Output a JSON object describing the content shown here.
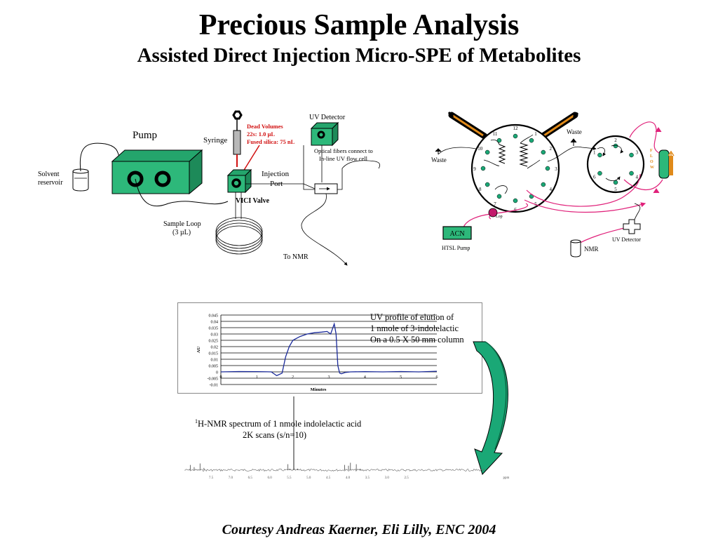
{
  "title": "Precious Sample Analysis",
  "subtitle": "Assisted Direct Injection Micro-SPE of Metabolites",
  "credit": "Courtesy Andreas Kaerner, Eli Lilly, ENC 2004",
  "colors": {
    "pump": "#2db87a",
    "label_red": "#d11010",
    "arrow_green": "#1aa876",
    "uv_trace": "#1a2a9a",
    "magenta": "#e0217a",
    "acn_box": "#2db87a"
  },
  "left_diagram": {
    "pump_label": "Pump",
    "syringe_label": "Syringe",
    "dead_volumes": [
      "Dead Volumes",
      "22s: 1.0 µL",
      "Fused silica: 75 nL"
    ],
    "uv_detector_label": "UV Detector",
    "optical_fibers": [
      "Optical fibers connect to",
      "In-line UV flow cell"
    ],
    "injection_port": [
      "Injection",
      "Port"
    ],
    "vici_valve_label": "VICI Valve",
    "solvent_reservoir": [
      "Solvent",
      "reservoir"
    ],
    "sample_loop": [
      "Sample Loop",
      "(3 µL)"
    ],
    "to_nmr_label": "To NMR"
  },
  "right_diagram": {
    "waste_left": "Waste",
    "waste_right": "Waste",
    "valve1_ports": [
      "12",
      "1",
      "2",
      "3",
      "4",
      "5",
      "6",
      "7",
      "8",
      "9",
      "10",
      "11"
    ],
    "valve2_ports": [
      "1",
      "2",
      "3",
      "4",
      "5",
      "6"
    ],
    "acn_label": "ACN",
    "htsl_pump_label": "HTSL Pump",
    "nmr_label": "NMR",
    "uv_detector_label": "UV Detector",
    "lop_label": "Lop",
    "flow_label": [
      "F",
      "L",
      "O",
      "W"
    ]
  },
  "uv_caption": [
    "UV profile of elution of",
    "1 nmole of 3-indolelactic",
    "On a 0.5 X 50 mm column"
  ],
  "nmr_caption": {
    "sup": "1",
    "line1": "H-NMR spectrum of 1 nmole indolelactic acid",
    "line2": "2K scans (s/n=10)"
  },
  "chart_data": [
    {
      "type": "line",
      "title": "",
      "xlabel": "Minutes",
      "ylabel": "AU",
      "xlim": [
        0,
        6
      ],
      "ylim": [
        -0.01,
        0.045
      ],
      "xticks": [
        "0",
        "1",
        "2",
        "3",
        "4",
        "5",
        "6"
      ],
      "yticks": [
        "0.045",
        "0.04",
        "0.035",
        "0.03",
        "0.025",
        "0.02",
        "0.015",
        "0.01",
        "0.005",
        "0",
        "-0.005",
        "-0.01"
      ],
      "grid": true,
      "series": [
        {
          "x": [
            0,
            0.5,
            1.0,
            1.4,
            1.55,
            1.7,
            1.8,
            1.9,
            2.0,
            2.2,
            2.4,
            2.6,
            2.8,
            2.95,
            3.05,
            3.1,
            3.15,
            3.2,
            3.25,
            3.3,
            3.35,
            3.45,
            3.6,
            4.0,
            4.5,
            5.0,
            5.5,
            6.0
          ],
          "y": [
            0.0,
            0.0003,
            0.0002,
            0.0,
            -0.003,
            -0.001,
            0.012,
            0.02,
            0.025,
            0.028,
            0.03,
            0.031,
            0.0315,
            0.032,
            0.03,
            0.034,
            0.038,
            0.03,
            0.005,
            -0.001,
            -0.0015,
            -0.0005,
            0.0,
            0.0002,
            0.0,
            0.0003,
            0.0,
            0.0005
          ]
        }
      ]
    },
    {
      "type": "line",
      "title": "",
      "xlabel": "",
      "ylabel": "",
      "xlim": [
        7.5,
        -0.2
      ],
      "xticks": [
        "7.5",
        "7.0",
        "6.5",
        "6.0",
        "5.5",
        "5.0",
        "4.5",
        "4.0",
        "3.5",
        "3.0",
        "2.5",
        "ppm"
      ],
      "series": [
        {
          "x": [
            7.5,
            7.35,
            7.25,
            7.1,
            7.0,
            6.6,
            6.0,
            5.0,
            4.85,
            4.8,
            4.7,
            4.6,
            4.3,
            3.7,
            3.4,
            3.3,
            3.25,
            3.1,
            3.0,
            2.8
          ],
          "y": [
            0.0,
            0.07,
            0.04,
            0.09,
            0.03,
            0.0,
            0.0,
            0.0,
            0.08,
            0.02,
            1.0,
            0.02,
            0.0,
            0.0,
            0.07,
            0.06,
            0.1,
            0.08,
            0.02,
            0.0
          ]
        }
      ]
    }
  ]
}
